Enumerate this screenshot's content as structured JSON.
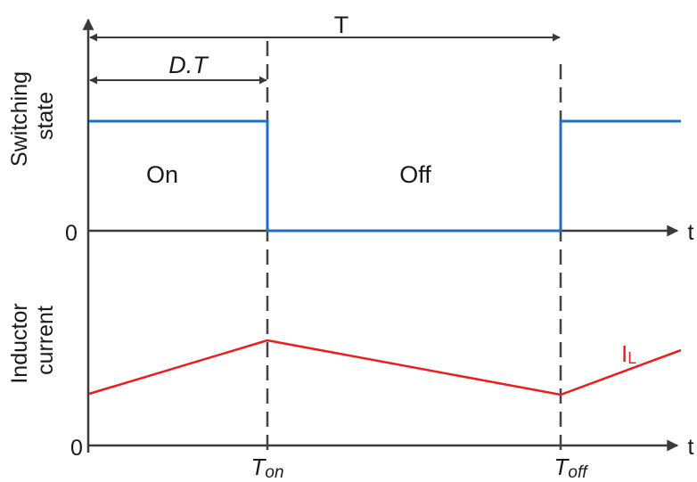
{
  "labels": {
    "period": "T",
    "duty_period": "D.T",
    "switching_axis_line1": "Switching",
    "switching_axis_line2": "state",
    "state_on": "On",
    "state_off": "Off",
    "zero_top": "0",
    "zero_bottom": "0",
    "time_top": "t",
    "time_bottom": "t",
    "inductor_axis_line1": "Inductor",
    "inductor_axis_line2": "current",
    "t_on_main": "T",
    "t_on_sub": "on",
    "t_off_main": "T",
    "t_off_sub": "off",
    "current_main": "I",
    "current_sub": "L"
  },
  "colors": {
    "switching_signal": "#1f6fc0",
    "inductor_current": "#ee1c1c",
    "axes": "#3a3a3a"
  }
}
